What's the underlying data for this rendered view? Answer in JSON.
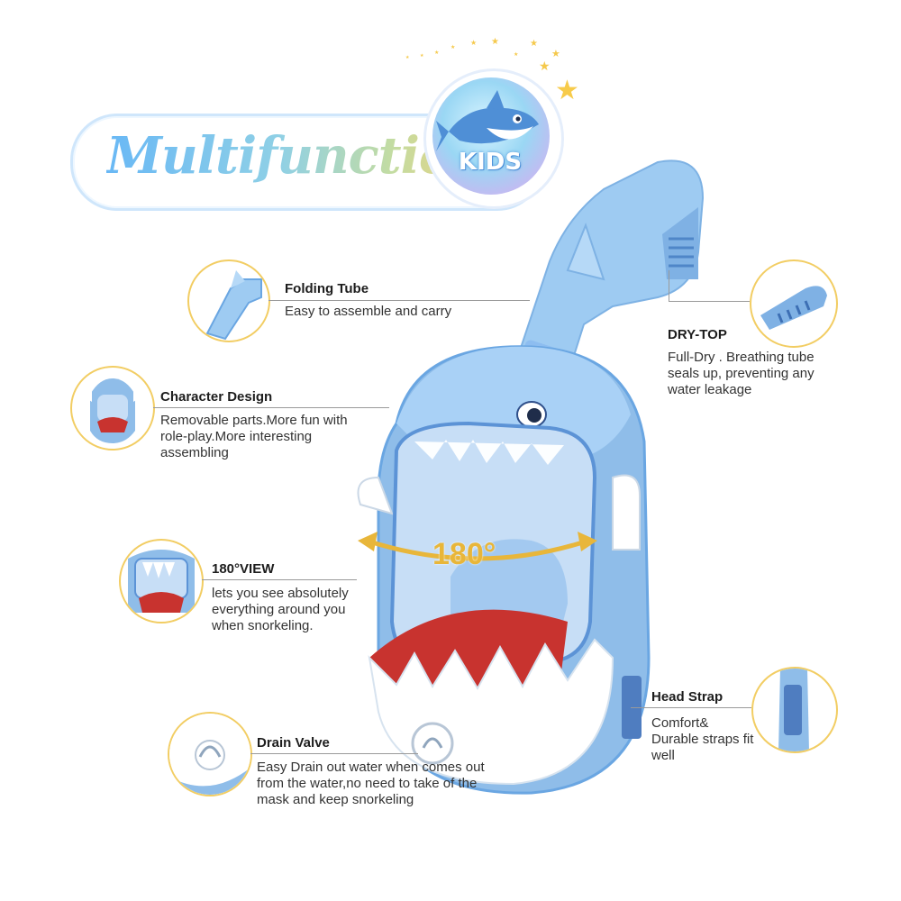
{
  "banner": {
    "title": "Multifunction",
    "badge_text": "KIDS"
  },
  "view_angle": "180°",
  "features": {
    "folding_tube": {
      "title": "Folding Tube",
      "desc": "Easy to assemble and carry"
    },
    "dry_top": {
      "title": "DRY-TOP",
      "desc": "Full-Dry . Breathing tube seals up, preventing any water leakage"
    },
    "character_design": {
      "title": "Character Design",
      "desc": "Removable parts.More fun with role-play.More interesting assembling"
    },
    "view_180": {
      "title": "180°VIEW",
      "desc": "lets you see absolutely everything around you when snorkeling."
    },
    "head_strap": {
      "title": "Head Strap",
      "desc": "Comfort& Durable straps fit well"
    },
    "drain_valve": {
      "title": "Drain Valve",
      "desc": "Easy Drain out water when comes out from the water,no need to take of the mask and keep snorkeling"
    }
  },
  "colors": {
    "mask_blue": "#8fbde9",
    "frame_blue": "#6aa6e2",
    "tooth_white": "#ffffff",
    "mouth_red": "#c8332f",
    "accent_gold": "#e8b63a",
    "thumb_border": "#f2cd63"
  }
}
